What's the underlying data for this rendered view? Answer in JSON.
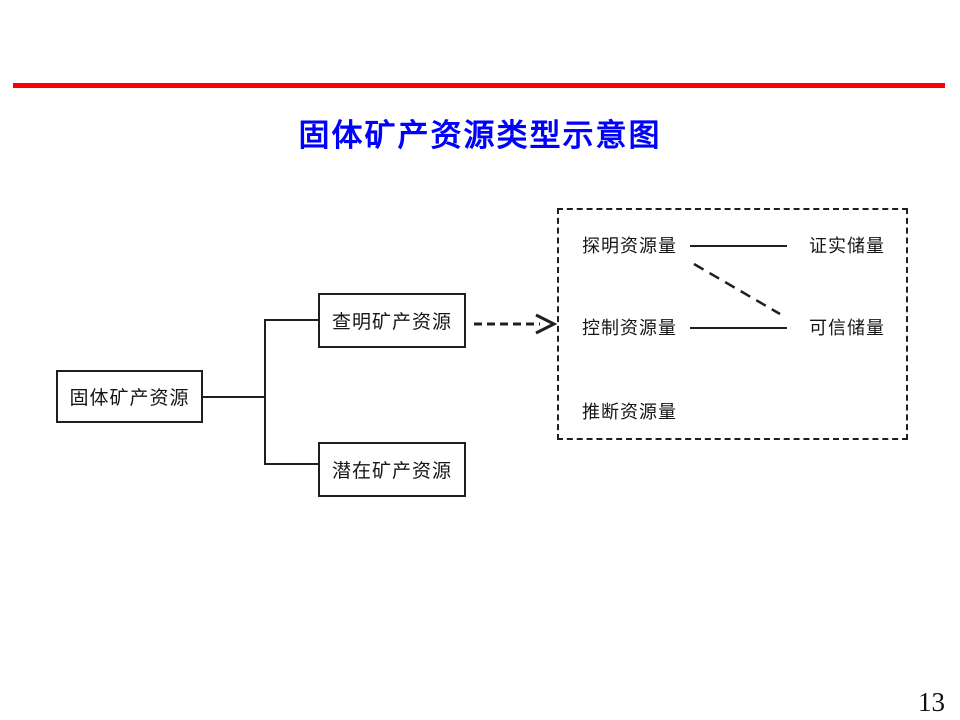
{
  "slide": {
    "title": "固体矿产资源类型示意图",
    "page_number": "13"
  },
  "colors": {
    "title_blue": "#0000fe",
    "rule_red": "#ff0000",
    "line_dark": "#1f1f1f"
  },
  "diagram": {
    "root": {
      "label": "固体矿产资源"
    },
    "branches": [
      {
        "label": "查明矿产资源"
      },
      {
        "label": "潜在矿产资源"
      }
    ],
    "panel": {
      "rows": [
        {
          "left": "探明资源量",
          "right": "证实储量",
          "connector": "solid"
        },
        {
          "left": "控制资源量",
          "right": "可信储量",
          "connector": "solid"
        },
        {
          "left": "推断资源量",
          "right": "",
          "connector": "none"
        }
      ],
      "cross_link": "dashed"
    }
  }
}
